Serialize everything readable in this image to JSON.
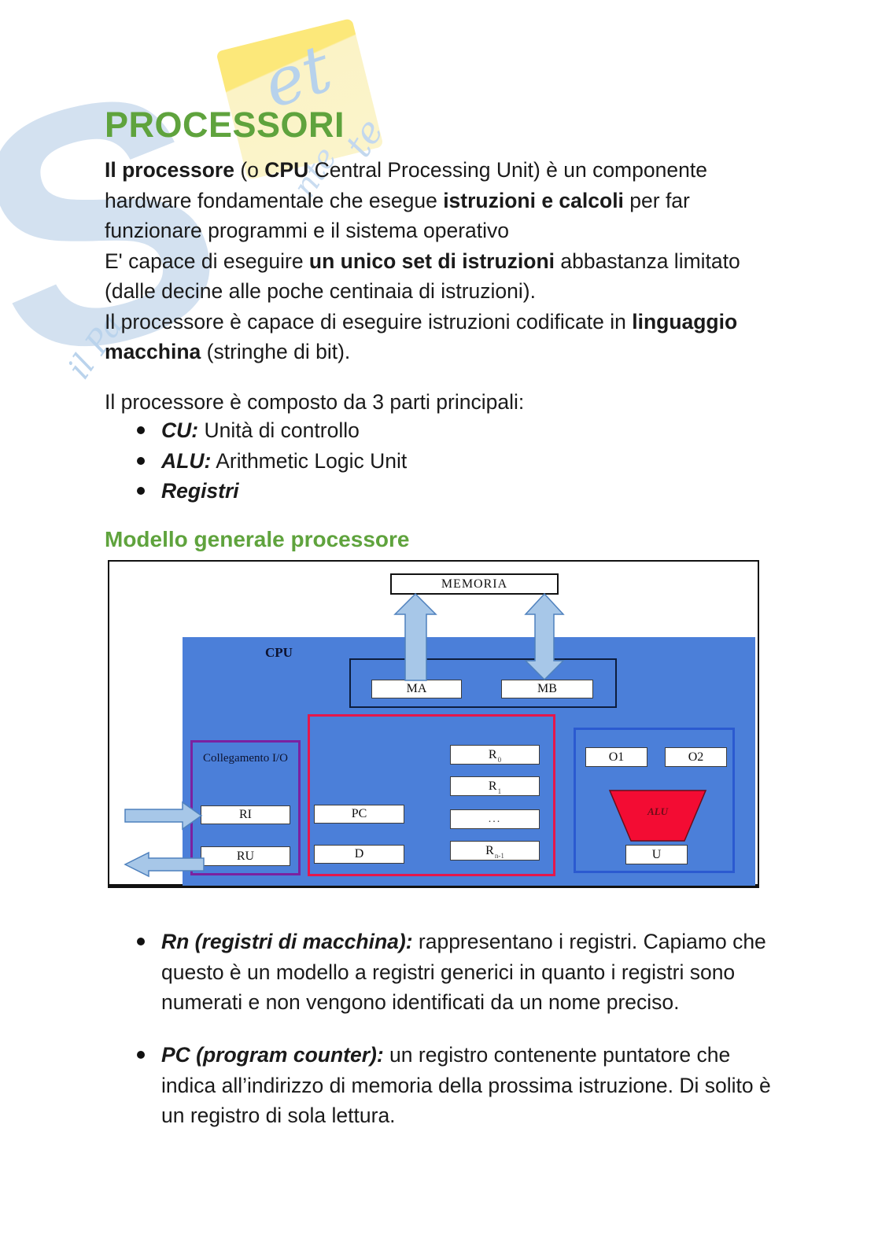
{
  "page_title": "PROCESSORI",
  "colors": {
    "heading_green": "#5fa33d",
    "cpu_blue": "#4b7fd9",
    "arrow_fill": "#a7c7e8",
    "arrow_stroke": "#4f81bd",
    "red_border": "#e5174b",
    "purple_border": "#7b21a0",
    "blue_border": "#2b5ad0",
    "navy_border": "#0d1d3d",
    "alu_red": "#f30c33"
  },
  "watermark": {
    "big_letter": "S",
    "fragment_top": "et",
    "fragment_right": "te",
    "fragment_right2": "nte",
    "fragment_left": "il Pa"
  },
  "intro": {
    "p1": {
      "s0": "Il processore",
      "s1": " (o ",
      "s2": "CPU",
      "s3": " Central Processing Unit) è un componente hardware fondamentale che esegue ",
      "s4": "istruzioni e calcoli",
      "s5": " per far funzionare programmi e il sistema operativo"
    },
    "p2": {
      "s0": "E' capace di eseguire ",
      "s1": "un unico set di istruzioni",
      "s2": " abbastanza limitato (dalle decine alle poche centinaia di istruzioni)."
    },
    "p3": {
      "s0": "Il processore è capace di eseguire istruzioni codificate in ",
      "s1": "linguaggio macchina",
      "s2": " (stringhe di bit)."
    }
  },
  "composto_line": "Il processore è composto da 3 parti principali:",
  "parts": [
    {
      "label": "CU:",
      "text": " Unità di controllo"
    },
    {
      "label": "ALU:",
      "text": " Arithmetic Logic Unit"
    },
    {
      "label": "Registri",
      "text": ""
    }
  ],
  "section_title": "Modello generale processore",
  "diagram": {
    "memoria": "MEMORIA",
    "cpu": "CPU",
    "ma": "MA",
    "mb": "MB",
    "collegamento": "Collegamento I/O",
    "ri": "RI",
    "ru": "RU",
    "pc": "PC",
    "d": "D",
    "r0": "R",
    "r0_sub": "0",
    "r1": "R",
    "r1_sub": "1",
    "r_dots": "...",
    "rn": "R",
    "rn_sub": "n-1",
    "o1": "O1",
    "o2": "O2",
    "alu": "ALU",
    "u": "U"
  },
  "notes": [
    {
      "label": "Rn (registri di macchina):",
      "text": " rappresentano i registri. Capiamo che questo è un modello a registri generici in quanto i registri sono numerati e non vengono identificati da un nome preciso."
    },
    {
      "label": "PC (program counter):",
      "text": " un registro contenente puntatore che indica all’indirizzo di memoria della prossima istruzione. Di solito è un registro di sola lettura."
    }
  ]
}
